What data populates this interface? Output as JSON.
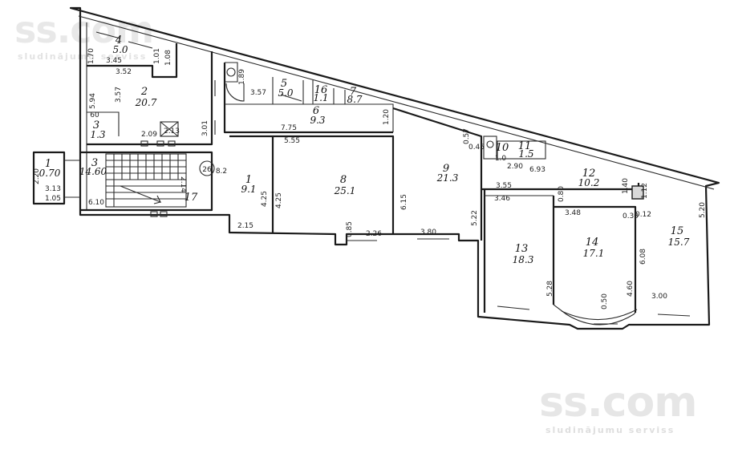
{
  "watermark": {
    "brand": "ss.com",
    "tagline": "sludinājumu serviss"
  },
  "rooms": [
    {
      "id": "r1a",
      "number": "1",
      "area": "0.70"
    },
    {
      "id": "r2a",
      "number": "2",
      "area": "20.7"
    },
    {
      "id": "r3a",
      "number": "3",
      "area": "1.3"
    },
    {
      "id": "r3b",
      "number": "3",
      "area": "14.60"
    },
    {
      "id": "r4",
      "number": "4",
      "area": "5.0"
    },
    {
      "id": "r1",
      "number": "1",
      "area": "9.1"
    },
    {
      "id": "r5",
      "number": "5",
      "area": "5.0"
    },
    {
      "id": "r6",
      "number": "6",
      "area": "9.3"
    },
    {
      "id": "r7",
      "number": "7",
      "area": "8.7"
    },
    {
      "id": "r8",
      "number": "8",
      "area": "25.1"
    },
    {
      "id": "r9",
      "number": "9",
      "area": "21.3"
    },
    {
      "id": "r10",
      "number": "10",
      "area": ""
    },
    {
      "id": "r11",
      "number": "11",
      "area": "1.5"
    },
    {
      "id": "r12",
      "number": "12",
      "area": "10.2"
    },
    {
      "id": "r13",
      "number": "13",
      "area": "18.3"
    },
    {
      "id": "r14",
      "number": "14",
      "area": "17.1"
    },
    {
      "id": "r15",
      "number": "15",
      "area": "15.7"
    },
    {
      "id": "r16",
      "number": "16",
      "area": "1.1"
    }
  ],
  "stair_labels": {
    "circle_number": "26",
    "landing_number": "17",
    "stair_dim": "2.14",
    "stair_width": "6.10",
    "side_area": "8.2"
  },
  "dimensions": [
    {
      "id": "d1",
      "value": "3.45"
    },
    {
      "id": "d2",
      "value": "3.52"
    },
    {
      "id": "d3",
      "value": "1.01"
    },
    {
      "id": "d4",
      "value": "1.08"
    },
    {
      "id": "d5",
      "value": "1.70"
    },
    {
      "id": "d6",
      "value": "5.94"
    },
    {
      "id": "d7",
      "value": "3.57"
    },
    {
      "id": "d8",
      "value": "60"
    },
    {
      "id": "d9",
      "value": "2.09"
    },
    {
      "id": "d10",
      "value": "2.13"
    },
    {
      "id": "d11",
      "value": "3.01"
    },
    {
      "id": "d12",
      "value": "2.20"
    },
    {
      "id": "d13",
      "value": "3.13"
    },
    {
      "id": "d14",
      "value": "1.05"
    },
    {
      "id": "d15",
      "value": "1.89"
    },
    {
      "id": "d16",
      "value": "3.57"
    },
    {
      "id": "d17",
      "value": "7.75"
    },
    {
      "id": "d18",
      "value": "5.55"
    },
    {
      "id": "d19",
      "value": "1.20"
    },
    {
      "id": "d20",
      "value": "4.25"
    },
    {
      "id": "d21",
      "value": "4.25"
    },
    {
      "id": "d22",
      "value": "2.15"
    },
    {
      "id": "d23",
      "value": "2.26"
    },
    {
      "id": "d24",
      "value": "3.80"
    },
    {
      "id": "d25",
      "value": "6.15"
    },
    {
      "id": "d26",
      "value": "0.45"
    },
    {
      "id": "d27",
      "value": "0.57"
    },
    {
      "id": "d28",
      "value": "2.90"
    },
    {
      "id": "d29",
      "value": "6.93"
    },
    {
      "id": "d30",
      "value": "1.40"
    },
    {
      "id": "d31",
      "value": "1.12"
    },
    {
      "id": "d32",
      "value": "3.55"
    },
    {
      "id": "d33",
      "value": "3.46"
    },
    {
      "id": "d34",
      "value": "0.80"
    },
    {
      "id": "d35",
      "value": "3.48"
    },
    {
      "id": "d36",
      "value": "0.30"
    },
    {
      "id": "d37",
      "value": "0.12"
    },
    {
      "id": "d38",
      "value": "5.20"
    },
    {
      "id": "d39",
      "value": "5.22"
    },
    {
      "id": "d40",
      "value": "5.28"
    },
    {
      "id": "d41",
      "value": "4.60"
    },
    {
      "id": "d42",
      "value": "6.08"
    },
    {
      "id": "d43",
      "value": "3.00"
    },
    {
      "id": "d44",
      "value": "0.50"
    },
    {
      "id": "d45",
      "value": "0.85"
    },
    {
      "id": "d46",
      "value": "1.0"
    }
  ]
}
